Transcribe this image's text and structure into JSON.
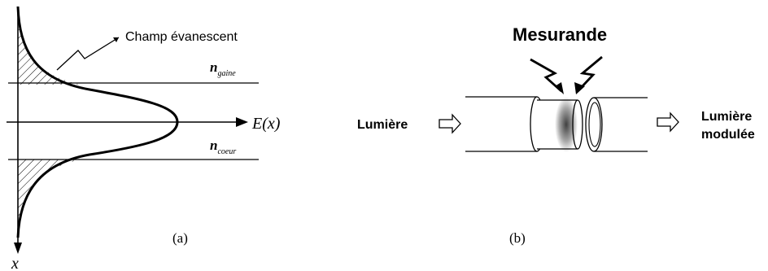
{
  "figure_a": {
    "annotation": "Champ évanescent",
    "n_gaine_symbol": "n",
    "n_gaine_subscript": "gaine",
    "n_coeur_symbol": "n",
    "n_coeur_subscript": "coeur",
    "axis_e_label": "E(x)",
    "axis_x_label": "x",
    "caption": "(a)"
  },
  "figure_b": {
    "title": "Mesurande",
    "input_label": "Lumière",
    "output_label_line1": "Lumière",
    "output_label_line2": "modulée",
    "caption": "(b)"
  },
  "colors": {
    "ink": "#000000",
    "background": "#ffffff",
    "hatch": "#000000"
  }
}
